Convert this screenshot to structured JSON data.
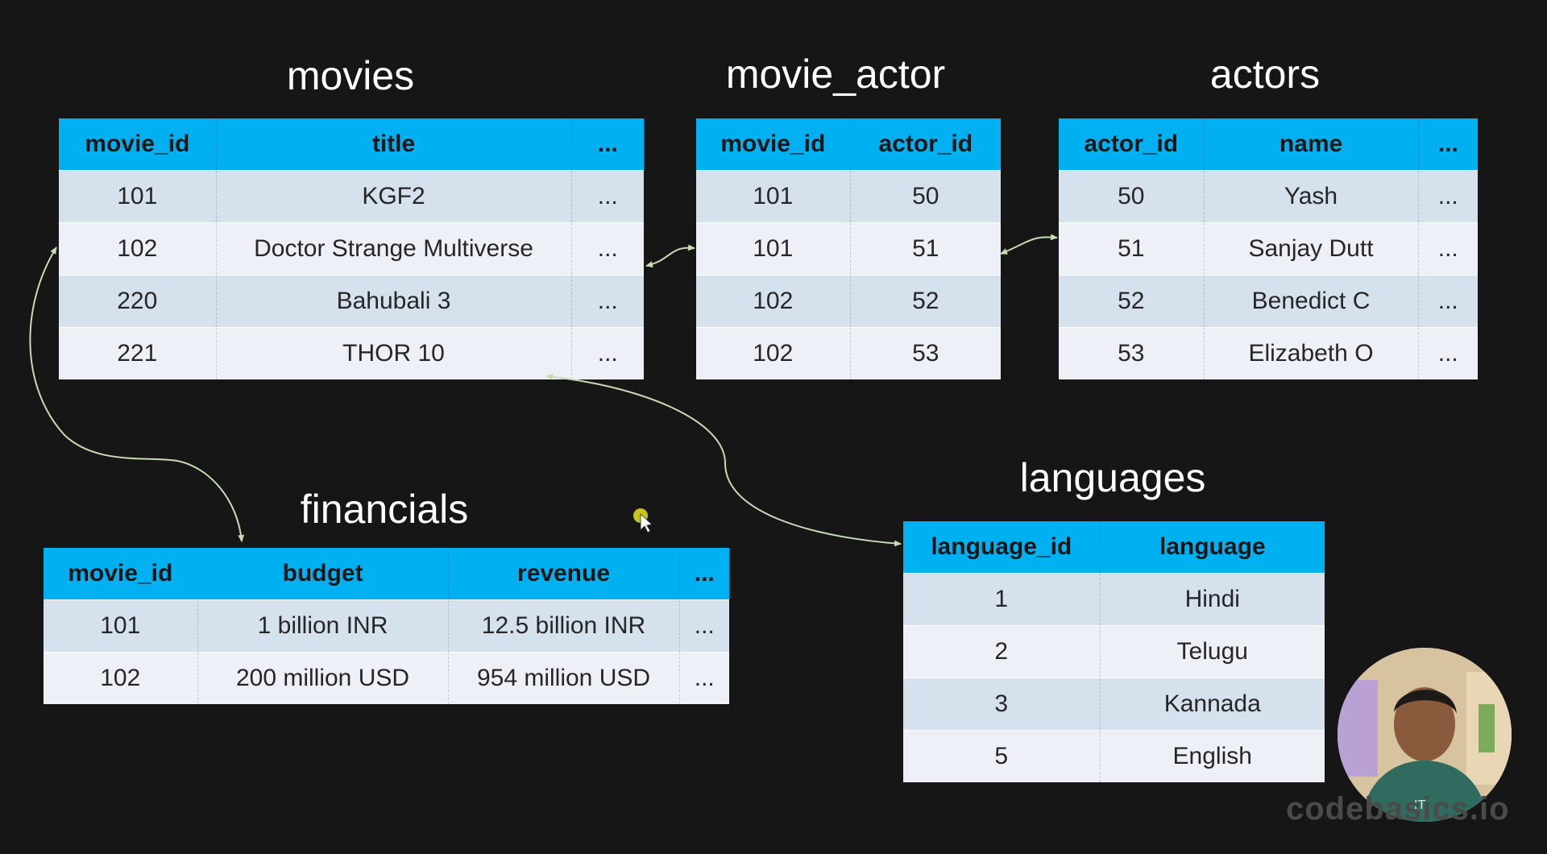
{
  "tables": {
    "movies": {
      "title": "movies",
      "headers": [
        "movie_id",
        "title",
        "..."
      ],
      "rows": [
        [
          "101",
          "KGF2",
          "..."
        ],
        [
          "102",
          "Doctor Strange Multiverse",
          "..."
        ],
        [
          "220",
          "Bahubali 3",
          "..."
        ],
        [
          "221",
          "THOR 10",
          "..."
        ]
      ]
    },
    "movie_actor": {
      "title": "movie_actor",
      "headers": [
        "movie_id",
        "actor_id"
      ],
      "rows": [
        [
          "101",
          "50"
        ],
        [
          "101",
          "51"
        ],
        [
          "102",
          "52"
        ],
        [
          "102",
          "53"
        ]
      ]
    },
    "actors": {
      "title": "actors",
      "headers": [
        "actor_id",
        "name",
        "..."
      ],
      "rows": [
        [
          "50",
          "Yash",
          "..."
        ],
        [
          "51",
          "Sanjay Dutt",
          "..."
        ],
        [
          "52",
          "Benedict C",
          "..."
        ],
        [
          "53",
          "Elizabeth O",
          "..."
        ]
      ]
    },
    "financials": {
      "title": "financials",
      "headers": [
        "movie_id",
        "budget",
        "revenue",
        "..."
      ],
      "rows": [
        [
          "101",
          "1 billion INR",
          "12.5 billion INR",
          "..."
        ],
        [
          "102",
          "200 million USD",
          "954 million USD",
          "..."
        ]
      ]
    },
    "languages": {
      "title": "languages",
      "headers": [
        "language_id",
        "language"
      ],
      "rows": [
        [
          "1",
          "Hindi"
        ],
        [
          "2",
          "Telugu"
        ],
        [
          "3",
          "Kannada"
        ],
        [
          "5",
          "English"
        ]
      ]
    }
  },
  "relationships": [
    {
      "from": "movies",
      "to": "movie_actor"
    },
    {
      "from": "movie_actor",
      "to": "actors"
    },
    {
      "from": "movies",
      "to": "financials"
    },
    {
      "from": "movies",
      "to": "languages"
    }
  ],
  "presenter": {
    "icon": "presenter-video-thumbnail"
  },
  "watermark": "codebasics.io",
  "colors": {
    "background": "#161616",
    "header": "#00b0f0",
    "row_odd": "#d6e1ee",
    "row_even": "#edf1f7",
    "connector": "#c8dcb4",
    "cursor": "#c7c41a"
  }
}
